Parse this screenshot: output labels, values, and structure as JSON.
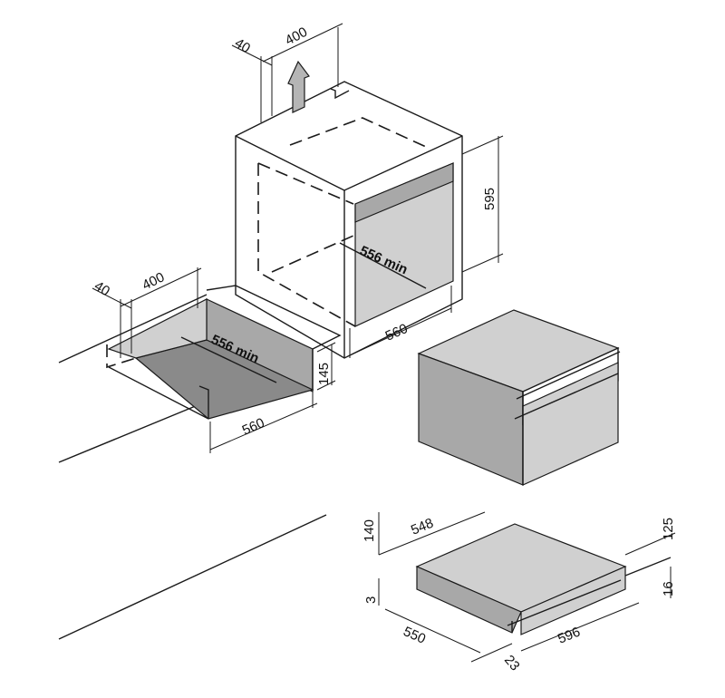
{
  "dimensions": {
    "top_gap": "40",
    "top_depth": "400",
    "niche_height": "595",
    "niche_depth": "556 min",
    "niche_width": "560",
    "bottom_gap": "40",
    "bottom_depth": "400",
    "bottom_niche_depth": "556 min",
    "bottom_height": "145",
    "bottom_width": "560",
    "drawer_height_outer": "140",
    "drawer_depth": "548",
    "drawer_height_inner": "125",
    "drawer_gap": "3",
    "drawer_front_thickness": "16",
    "drawer_body_width": "550",
    "drawer_front_width": "596",
    "drawer_offset": "23"
  },
  "colors": {
    "panel_dark": "#8a8a8a",
    "panel_mid": "#a8a8a8",
    "panel_light": "#d0d0d0",
    "line": "#1a1a1a"
  },
  "icons": {
    "airflow": "up-arrow-icon"
  }
}
